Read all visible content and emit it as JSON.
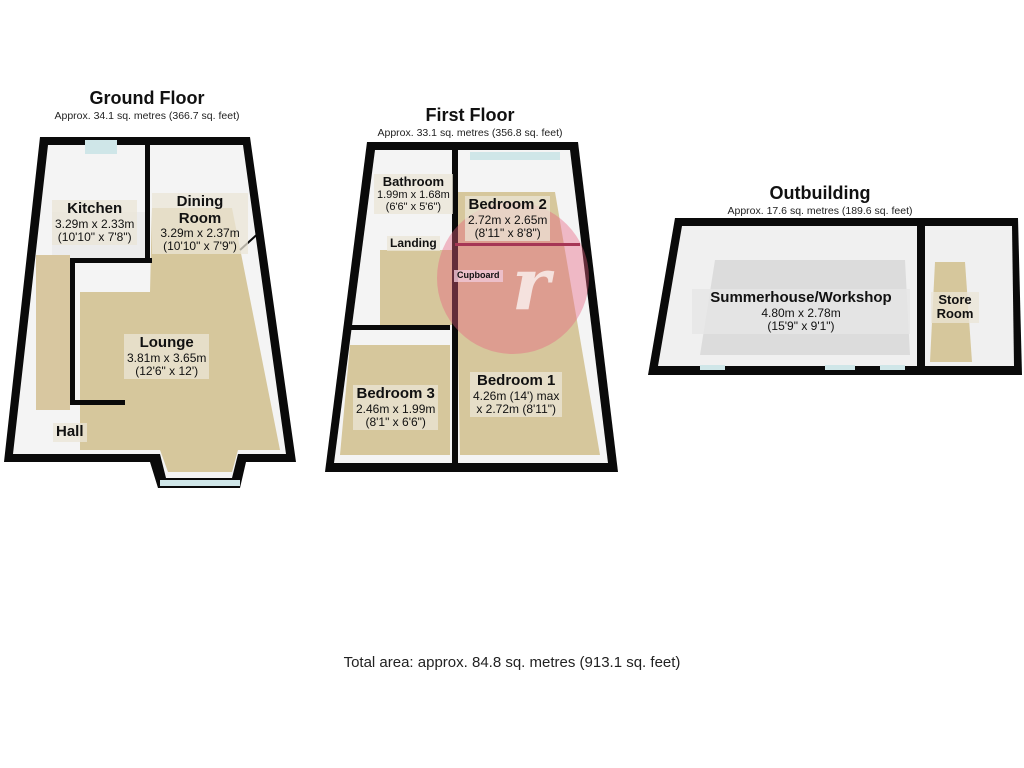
{
  "floors": [
    {
      "title": "Ground Floor",
      "area": "Approx. 34.1 sq. metres (366.7 sq. feet)",
      "rooms": [
        {
          "name": "Kitchen",
          "dims": "3.29m x 2.33m",
          "dims_imperial": "(10'10\" x 7'8\")"
        },
        {
          "name": "Dining Room",
          "dims": "3.29m x 2.37m",
          "dims_imperial": "(10'10\" x 7'9\")"
        },
        {
          "name": "Lounge",
          "dims": "3.81m x 3.65m",
          "dims_imperial": "(12'6\" x 12')"
        },
        {
          "name": "Hall"
        }
      ]
    },
    {
      "title": "First Floor",
      "area": "Approx. 33.1 sq. metres (356.8 sq. feet)",
      "rooms": [
        {
          "name": "Bathroom",
          "dims": "1.99m x 1.68m",
          "dims_imperial": "(6'6\" x 5'6\")"
        },
        {
          "name": "Bedroom 2",
          "dims": "2.72m x 2.65m",
          "dims_imperial": "(8'11\" x 8'8\")"
        },
        {
          "name": "Landing"
        },
        {
          "name": "Cupboard"
        },
        {
          "name": "Bedroom 1",
          "dims": "4.26m (14') max",
          "dims_imperial": "x 2.72m (8'11\")"
        },
        {
          "name": "Bedroom 3",
          "dims": "2.46m x 1.99m",
          "dims_imperial": "(8'1\" x 6'6\")"
        }
      ]
    },
    {
      "title": "Outbuilding",
      "area": "Approx. 17.6 sq. metres (189.6 sq. feet)",
      "rooms": [
        {
          "name": "Summerhouse/Workshop",
          "dims": "4.80m x 2.78m",
          "dims_imperial": "(15'9\" x 9'1\")"
        },
        {
          "name": "Store Room"
        }
      ]
    }
  ],
  "total_area": "Total area: approx. 84.8 sq. metres (913.1 sq. feet)",
  "watermark_logo": "r",
  "colors": {
    "wall": "#0a0a0a",
    "floor": "#d6c79c",
    "watermark": "#e8607f"
  }
}
